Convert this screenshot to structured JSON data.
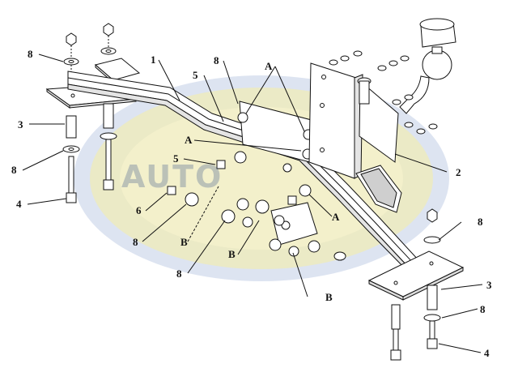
{
  "watermark": {
    "text": "AUTO",
    "colors": {
      "outer": "#3d62a8",
      "inner": "#f3e66a"
    }
  },
  "callouts": [
    {
      "id": "c8a",
      "text": "8"
    },
    {
      "id": "c1",
      "text": "1"
    },
    {
      "id": "c8b",
      "text": "8"
    },
    {
      "id": "cA1",
      "text": "A"
    },
    {
      "id": "c5a",
      "text": "5"
    },
    {
      "id": "c3a",
      "text": "3"
    },
    {
      "id": "cA2",
      "text": "A"
    },
    {
      "id": "c8c",
      "text": "8"
    },
    {
      "id": "c5b",
      "text": "5"
    },
    {
      "id": "c2",
      "text": "2"
    },
    {
      "id": "c4a",
      "text": "4"
    },
    {
      "id": "c6",
      "text": "6"
    },
    {
      "id": "cA3",
      "text": "A"
    },
    {
      "id": "c8d",
      "text": "8"
    },
    {
      "id": "cB1",
      "text": "B"
    },
    {
      "id": "c8e",
      "text": "8"
    },
    {
      "id": "cB2",
      "text": "B"
    },
    {
      "id": "c8f",
      "text": "8"
    },
    {
      "id": "cB3",
      "text": "B"
    },
    {
      "id": "c3b",
      "text": "3"
    },
    {
      "id": "c8g",
      "text": "8"
    },
    {
      "id": "c4b",
      "text": "4"
    }
  ]
}
